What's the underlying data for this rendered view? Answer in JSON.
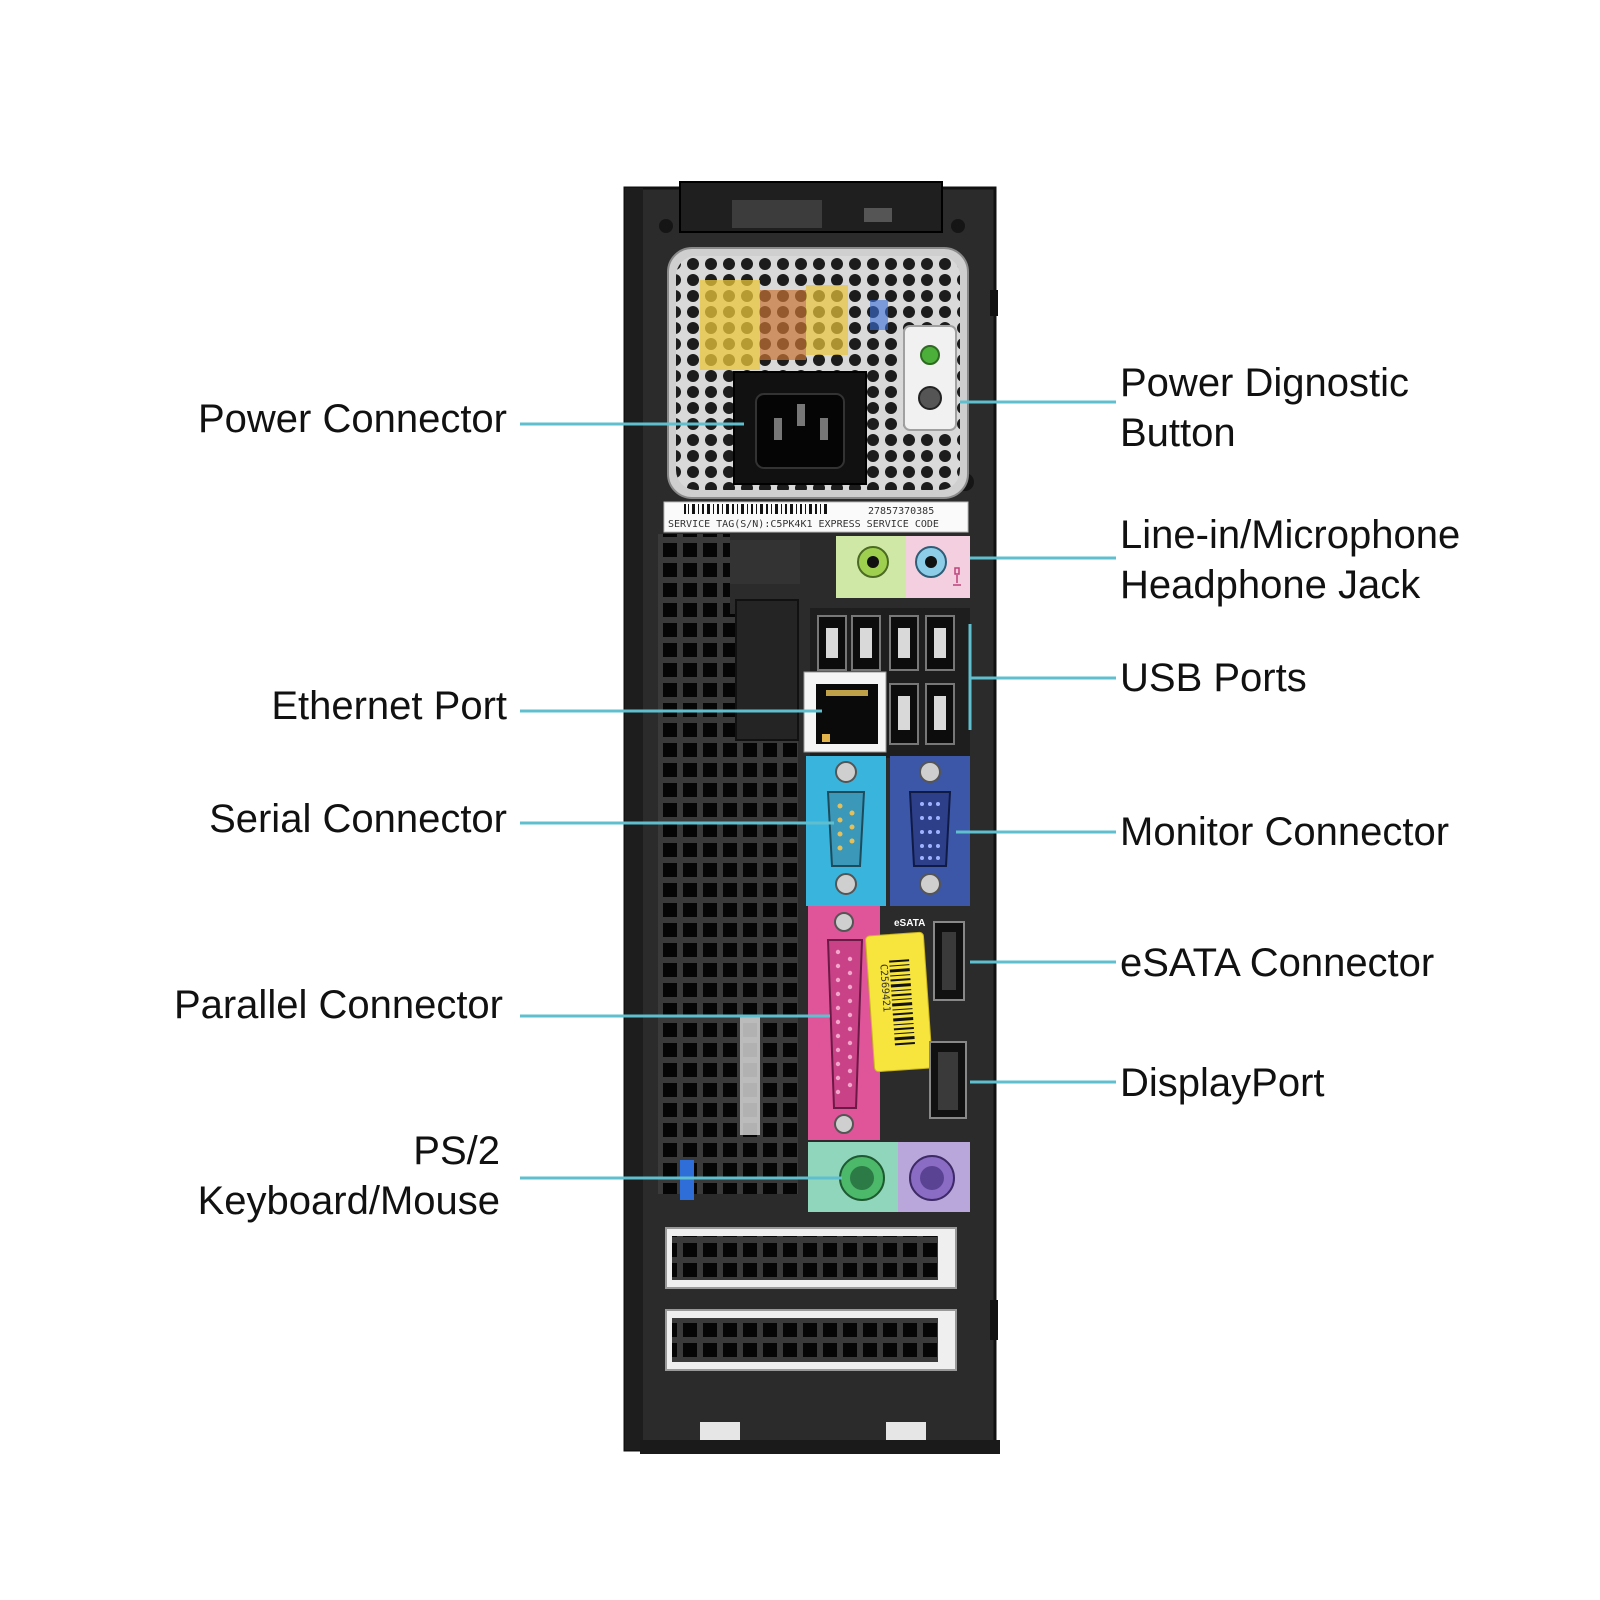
{
  "colors": {
    "leader": "#5fbfcf",
    "chassis": "#2a2a2a",
    "audio_green": "#cfe8a6",
    "audio_pink": "#f3cfe0",
    "serial_blue": "#39b4dd",
    "vga_blue": "#3d57a8",
    "parallel_pink": "#e05599",
    "ps2_green": "#8fd6bd",
    "ps2_purple": "#b9a6da",
    "barcode_yellow": "#f7e43c"
  },
  "labels": {
    "power_connector": "Power Connector",
    "power_diag_1": "Power Dignostic",
    "power_diag_2": "Button",
    "audio_1": "Line-in/Microphone",
    "audio_2": "Headphone Jack",
    "usb": "USB Ports",
    "ethernet": "Ethernet Port",
    "serial": "Serial Connector",
    "monitor": "Monitor Connector",
    "esata": "eSATA Connector",
    "parallel": "Parallel Connector",
    "displayport": "DisplayPort",
    "ps2_1": "PS/2",
    "ps2_2": "Keyboard/Mouse"
  },
  "device_text": {
    "service_number": "27857370385",
    "service_tag": "SERVICE TAG(S/N):C5PK4K1 EXPRESS SERVICE CODE",
    "esata_mark": "eSATA",
    "barcode_number": "C2569421"
  }
}
